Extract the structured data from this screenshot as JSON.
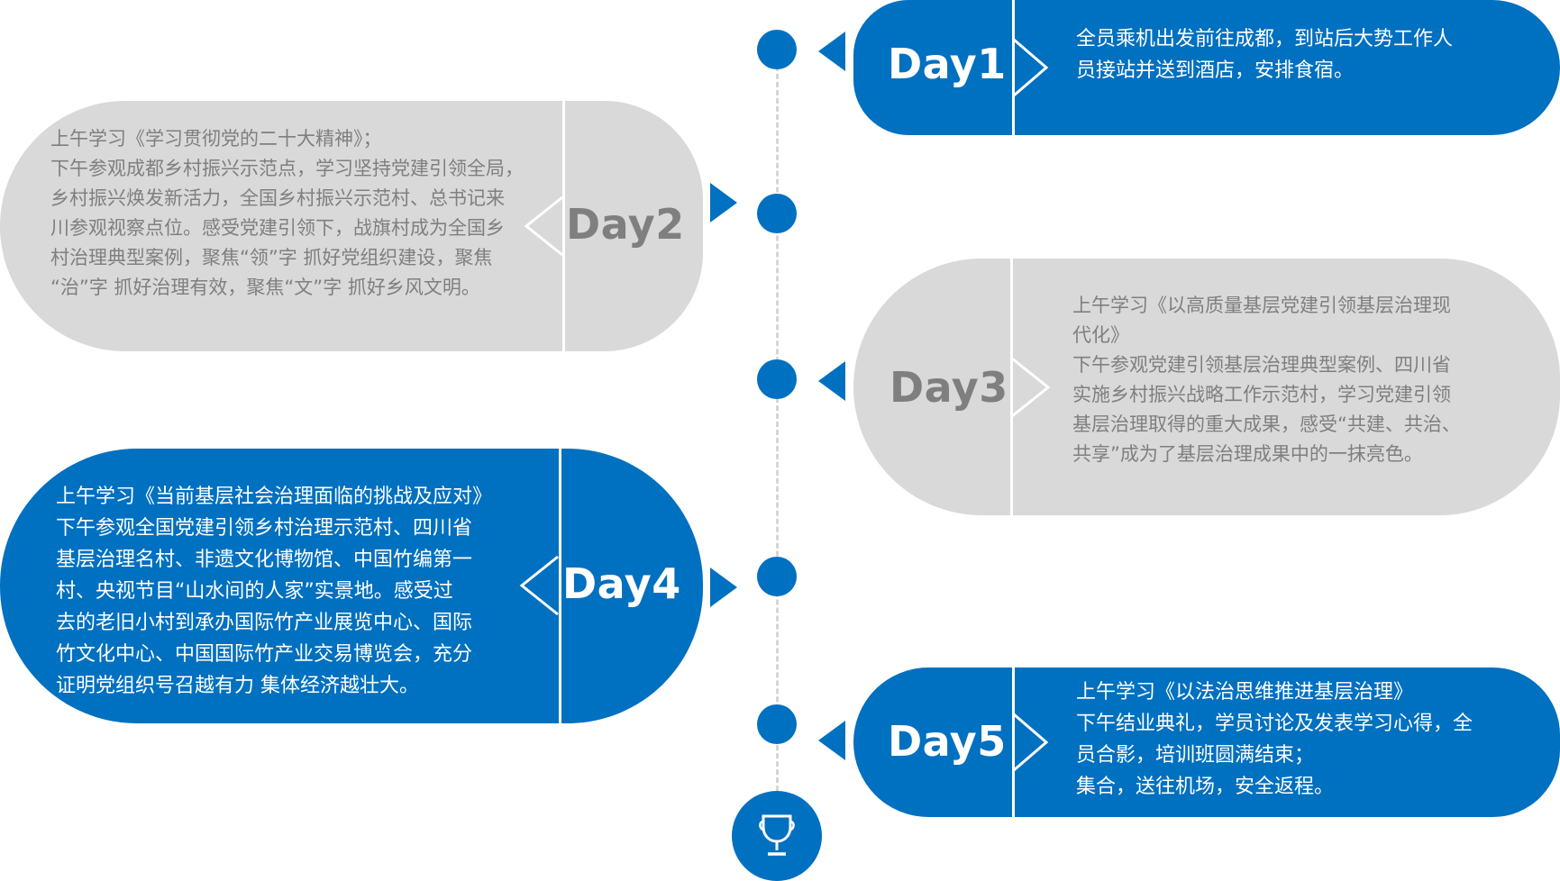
{
  "days": [
    {
      "label": "Day1",
      "lines": [
        "全员乘机出发前往成都，到站后大势工作人",
        "员接站并送到酒店，安排食宿。"
      ]
    },
    {
      "label": "Day2",
      "lines": [
        "上午学习《学习贯彻党的二十大精神》；",
        "下午参观成都乡村振兴示范点，学习坚持党建引领全局，",
        "乡村振兴焕发新活力，全国乡村振兴示范村、总书记来",
        "川参观视察点位。感受党建引领下，战旗村成为全国乡",
        "村治理典型案例，聚焦“领”字 抓好党组织建设，聚焦",
        "“治”字 抓好治理有效，聚焦“文”字 抓好乡风文明。"
      ]
    },
    {
      "label": "Day3",
      "lines": [
        "上午学习《以高质量基层党建引领基层治理现",
        "代化》",
        "下午参观党建引领基层治理典型案例、四川省",
        "实施乡村振兴战略工作示范村，学习党建引领",
        "基层治理取得的重大成果，感受“共建、共治、",
        "共享”成为了基层治理成果中的一抹亮色。"
      ]
    },
    {
      "label": "Day4",
      "lines": [
        "上午学习《当前基层社会治理面临的挑战及应对》",
        "下午参观全国党建引领乡村治理示范村、四川省",
        "基层治理名村、非遗文化博物馆、中国竹编第一",
        "村、央视节目“山水间的人家”实景地。感受过",
        "去的老旧小村到承办国际竹产业展览中心、国际",
        "竹文化中心、中国国际竹产业交易博览会，充分",
        "证明党组织号召越有力 集体经济越壮大。"
      ]
    },
    {
      "label": "Day5",
      "lines": [
        "上午学习《以法治思维推进基层治理》",
        "下午结业典礼，学员讨论及发表学习心得，全",
        "员合影，培训班圆满结束；",
        "集合，送往机场，安全返程。"
      ]
    }
  ],
  "colors": {
    "accent": "#0070c0",
    "muted": "#d9d9d9",
    "muted_text": "#7f7f7f",
    "line": "#d6d6d6"
  },
  "end_icon": "trophy-icon"
}
